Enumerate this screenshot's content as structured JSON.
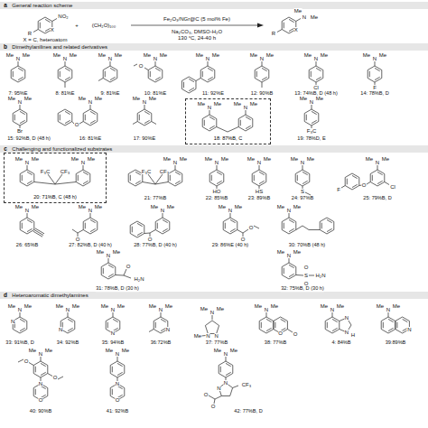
{
  "diagram": {
    "nodes": [
      {
        "text": [
          "18: 87%B, C"
        ]
      },
      {
        "text": [
          "20: 71%B, C (48 h)"
        ]
      }
    ],
    "labels": [
      "a",
      "General reaction scheme",
      "b",
      "Dimethylanilines and related derivatives",
      "c",
      "Challenging and functionalized substrates",
      "d",
      "Heteroaromatic dimethylamines",
      "NO₂",
      "R",
      "X",
      "+",
      "(CH₂O)₁₀₀",
      "Fe₂O₃/NGr@C (5 mol% Fe)",
      "Na₂CO₃, DMSO-H₂O",
      "130 °C, 24-40 h",
      "X = C, heteroatom",
      "N",
      "Me",
      "Me",
      "R",
      "X",
      "7: 95%E",
      "N",
      "Me",
      "Me",
      "8: 81%E",
      "N",
      "Me",
      "Me",
      "9: 81%E",
      "N",
      "Me",
      "Me",
      "10: 81%E",
      "N",
      "Me",
      "Me",
      "O",
      "11: 92%E",
      "N",
      "Me",
      "Me",
      "12: 90%B",
      "N",
      "Me",
      "Me",
      "13: 74%B, D (48 h)",
      "N",
      "Me",
      "Me",
      "Cl",
      "14: 78%B, D",
      "N",
      "Me",
      "Me",
      "F",
      "15: 92%B, D (48 h)",
      "N",
      "Me",
      "Me",
      "Br",
      "16: 81%E",
      "N",
      "Me",
      "Me",
      "O",
      "17: 90%E",
      "N",
      "Me",
      "Me",
      "N",
      "Me",
      "Me",
      "N",
      "Me",
      "Me",
      "19: 78%D, E",
      "N",
      "Me",
      "Me",
      "F₃C",
      "N",
      "Me",
      "Me",
      "N",
      "Me",
      "Me",
      "F₃C",
      "CF₃",
      "21: 77%B",
      "N",
      "Me",
      "Me",
      "F₃C",
      "CF₃",
      "22: 85%B",
      "N",
      "Me",
      "Me",
      "HO",
      "23: 89%B",
      "N",
      "Me",
      "Me",
      "HS",
      "24: 97%B",
      "N",
      "Me",
      "Me",
      "S",
      "25: 79%B, D",
      "N",
      "Me",
      "Me",
      "O",
      "Cl",
      "F",
      "26: 65%B",
      "N",
      "Me",
      "Me",
      "27: 82%B, D (40 h)",
      "N",
      "Me",
      "Me",
      "O",
      "28: 77%B, D (40 h)",
      "N",
      "Me",
      "Me",
      "O",
      "29: 86%E (40 h)",
      "N",
      "Me",
      "Me",
      "O",
      "O",
      "30: 70%B (48 h)",
      "N",
      "Me",
      "Me",
      "31: 78%B, D (30 h)",
      "N",
      "Me",
      "Me",
      "O",
      "H₂N",
      "32: 75%B, D (30 h)",
      "N",
      "Me",
      "Me",
      "S",
      "O",
      "O",
      "H₂N",
      "33: 91%B, D",
      "N",
      "Me",
      "Me",
      "N",
      "34: 92%B",
      "N",
      "Me",
      "Me",
      "N",
      "35: 94%B",
      "N",
      "Me",
      "Me",
      "N",
      "36:72%B",
      "N",
      "Me",
      "Me",
      "N",
      "37: 77%B",
      "N",
      "Me",
      "Me",
      "N",
      "N",
      "Me",
      "38: 77%B",
      "N",
      "Me",
      "Me",
      "O",
      "O",
      "4: 84%B",
      "N",
      "Me",
      "Me",
      "N",
      "N",
      "H",
      "39:89%B",
      "N",
      "Me",
      "Me",
      "N",
      "40: 90%B",
      "N",
      "Me",
      "Me",
      "O",
      "O",
      "N",
      "O",
      "41: 92%B",
      "N",
      "Me",
      "Me",
      "N",
      "O",
      "42: 77%B, D",
      "N",
      "Me",
      "Me",
      "N",
      "N",
      "CF₃",
      "O",
      "O"
    ]
  }
}
